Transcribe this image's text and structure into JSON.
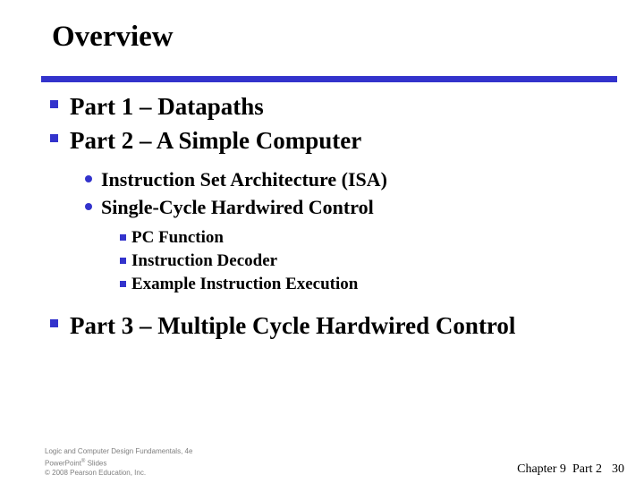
{
  "slide": {
    "title": "Overview",
    "accent_color": "#3333cc",
    "text_color": "#000000",
    "background_color": "#ffffff"
  },
  "outline": [
    {
      "level": 1,
      "bullet": "square-bullet-icon",
      "text": "Part 1 – Datapaths"
    },
    {
      "level": 1,
      "bullet": "square-bullet-icon",
      "text": "Part 2 – A Simple Computer"
    },
    {
      "level": 2,
      "bullet": "round-bullet-icon",
      "text": "Instruction Set Architecture (ISA)"
    },
    {
      "level": 2,
      "bullet": "round-bullet-icon",
      "text": "Single-Cycle Hardwired Control"
    },
    {
      "level": 3,
      "bullet": "square-bullet-icon",
      "text": "PC Function"
    },
    {
      "level": 3,
      "bullet": "square-bullet-icon",
      "text": "Instruction Decoder"
    },
    {
      "level": 3,
      "bullet": "square-bullet-icon",
      "text": "Example Instruction Execution"
    },
    {
      "level": 1,
      "bullet": "square-bullet-icon",
      "text": "Part 3 – Multiple Cycle Hardwired Control"
    }
  ],
  "credit": {
    "line1": "Logic and Computer Design Fundamentals, 4e",
    "line2_main": "PowerPoint",
    "line2_sup": "®",
    "line2_tail": " Slides",
    "line3": "© 2008 Pearson Education, Inc."
  },
  "page_footer": {
    "chapter": "Chapter 9",
    "part": "Part 2",
    "number": "30"
  }
}
